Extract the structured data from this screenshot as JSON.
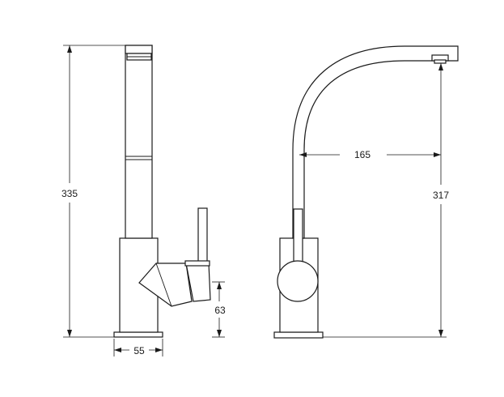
{
  "dimensions": {
    "total_height": "335",
    "base_width": "55",
    "lever_height": "63",
    "spout_reach": "165",
    "spout_height": "317"
  },
  "colors": {
    "stroke": "#1a1a1a",
    "background": "#ffffff"
  }
}
